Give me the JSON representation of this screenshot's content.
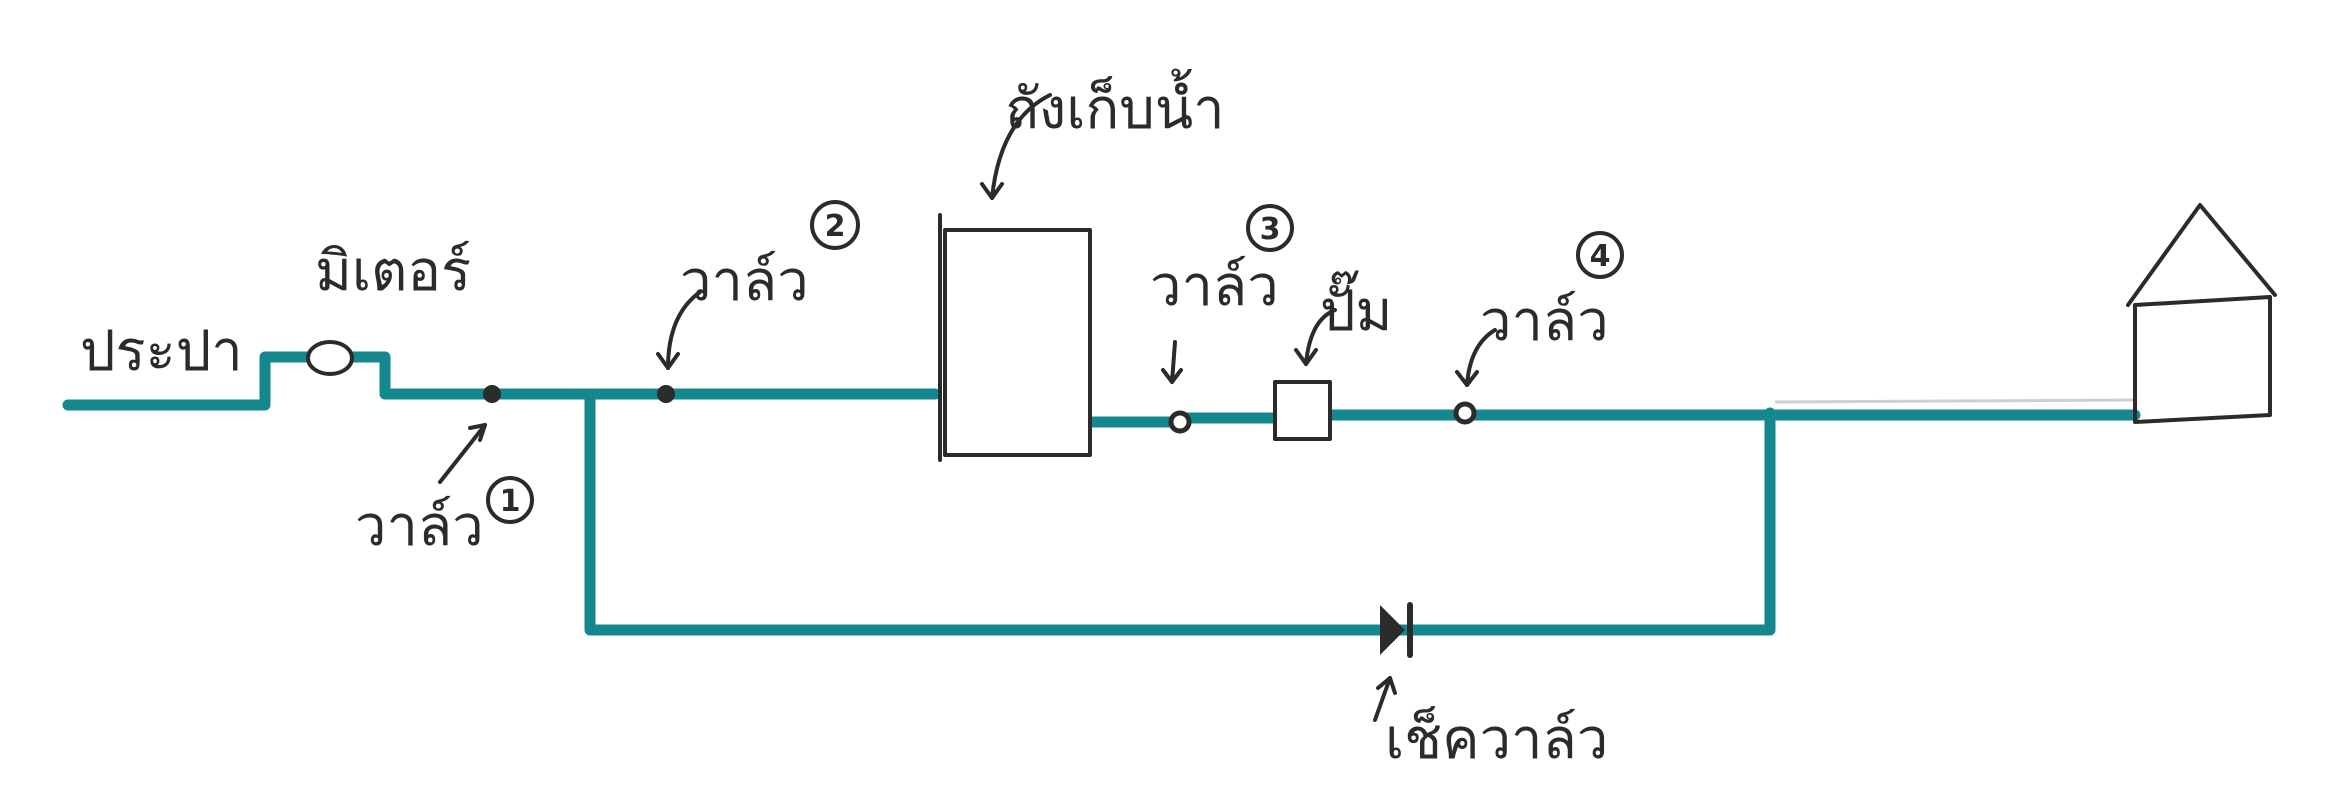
{
  "labels": {
    "source": "ประปา",
    "meter": "มิเตอร์",
    "valve": "วาล์ว",
    "tank": "ถังเก็บน้ำ",
    "pump": "ปั๊ม",
    "check_valve": "เช็ควาล์ว"
  },
  "valve_numbers": {
    "v1": "1",
    "v2": "2",
    "v3": "3",
    "v4": "4"
  },
  "colors": {
    "pipe": "#14878f",
    "ink": "#2b2b2b",
    "background": "#ffffff"
  }
}
